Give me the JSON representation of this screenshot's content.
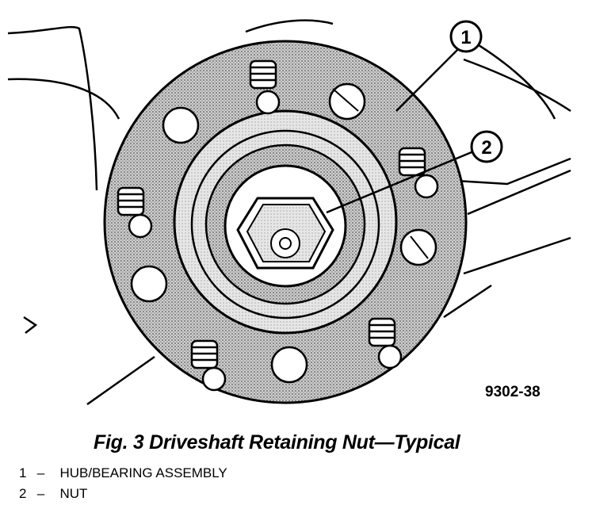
{
  "figure": {
    "id_label": "9302-38",
    "callouts": [
      "1",
      "2"
    ]
  },
  "caption": "Fig. 3 Driveshaft Retaining Nut—Typical",
  "legend": [
    {
      "num": "1",
      "dash": "–",
      "text": "HUB/BEARING ASSEMBLY"
    },
    {
      "num": "2",
      "dash": "–",
      "text": "NUT"
    }
  ],
  "colors": {
    "ink": "#000000",
    "paper": "#ffffff",
    "stipple": "#8a8a8a"
  }
}
